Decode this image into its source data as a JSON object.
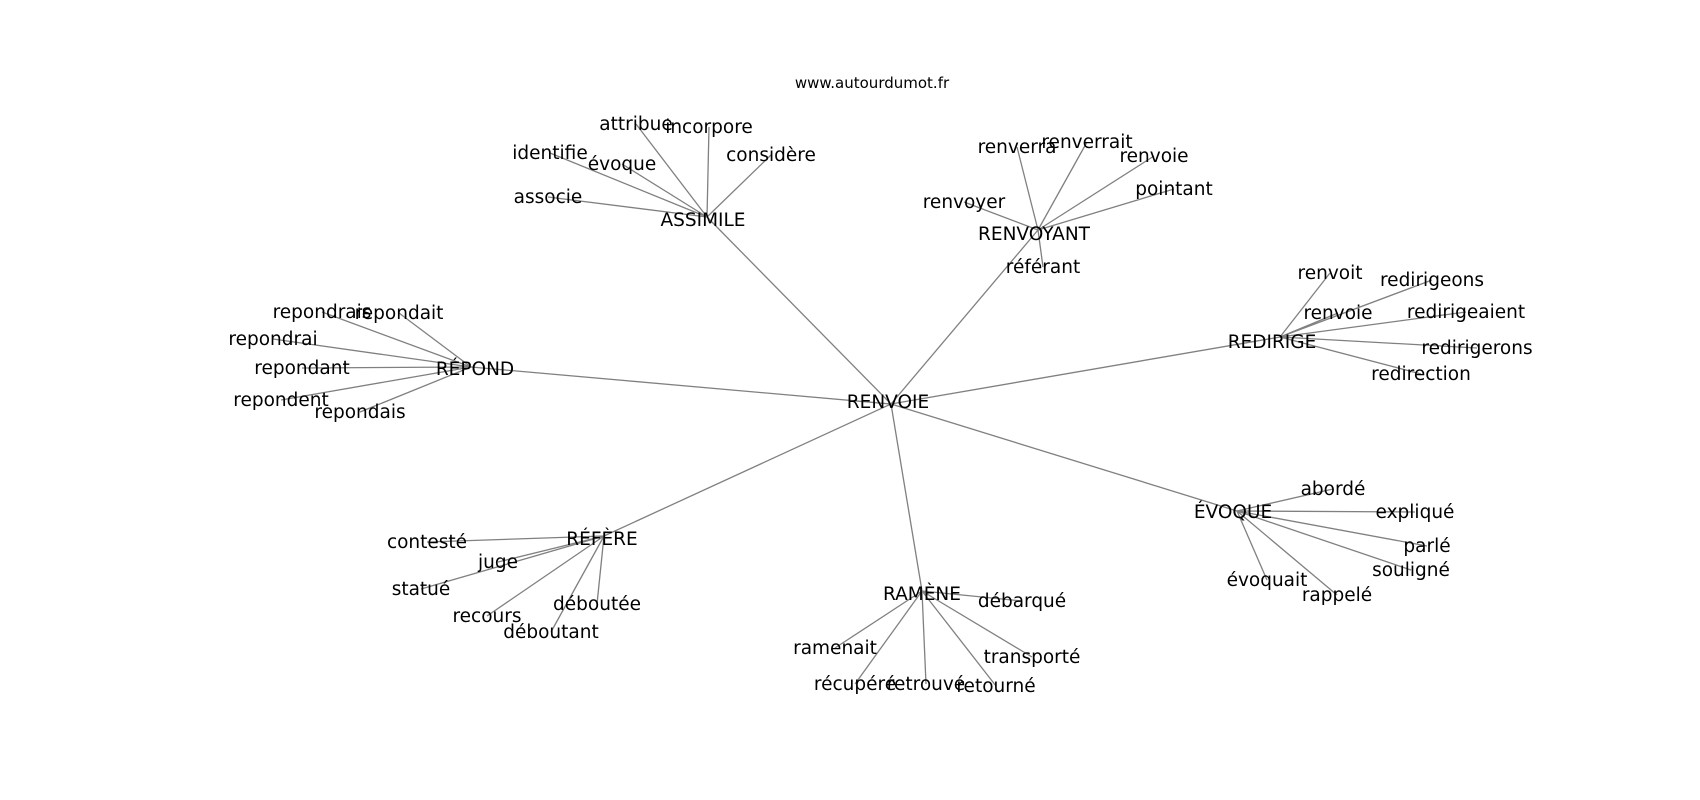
{
  "source_text": "www.autourdumot.fr",
  "colors": {
    "edge": "#808080",
    "text": "#000000",
    "background": "#ffffff"
  },
  "root": "RENVOIE",
  "clusters": [
    {
      "hub": "ASSIMILE",
      "leaves": [
        "attribue",
        "incorpore",
        "identifie",
        "évoque",
        "considère",
        "associe"
      ]
    },
    {
      "hub": "RENVOYANT",
      "leaves": [
        "renverra",
        "renverrait",
        "renvoie",
        "pointant",
        "renvoyer",
        "référant"
      ]
    },
    {
      "hub": "RÉPOND",
      "leaves": [
        "repondrais",
        "repondait",
        "repondrai",
        "repondant",
        "repondent",
        "repondais"
      ]
    },
    {
      "hub": "REDIRIGE",
      "leaves": [
        "renvoit",
        "redirigeons",
        "renvoie",
        "redirigeaient",
        "redirigerons",
        "redirection"
      ]
    },
    {
      "hub": "ÉVOQUE",
      "leaves": [
        "abordé",
        "expliqué",
        "parlé",
        "souligné",
        "rappelé",
        "évoquait"
      ]
    },
    {
      "hub": "RÉFÈRE",
      "leaves": [
        "contesté",
        "juge",
        "statué",
        "recours",
        "déboutant",
        "déboutée"
      ]
    },
    {
      "hub": "RAMÈNE",
      "leaves": [
        "débarqué",
        "transporté",
        "retourné",
        "retrouvé",
        "récupéré",
        "ramenait"
      ]
    }
  ]
}
